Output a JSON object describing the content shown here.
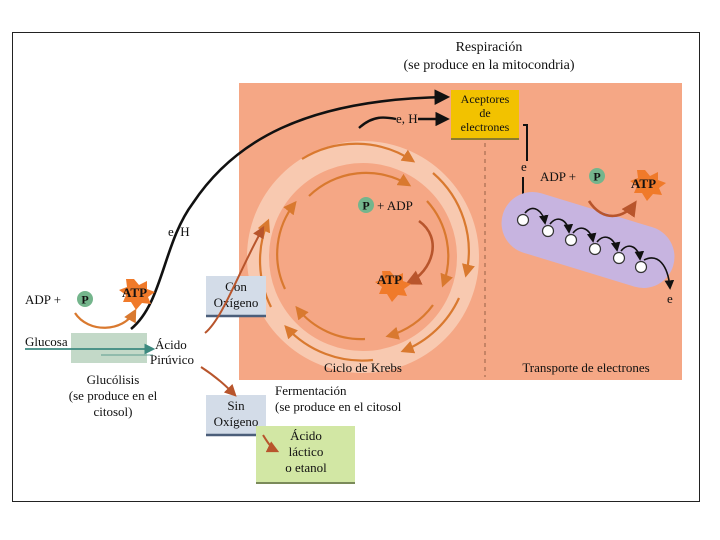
{
  "diagram": {
    "respiration_title": "Respiración",
    "respiration_subtitle": "(se produce en la mitocondria)",
    "acceptors_label": [
      "Aceptores",
      "de",
      "electrones"
    ],
    "eh_top": "e, H",
    "eh_mid": "e, H",
    "e_label": "e",
    "e_out_label": "e",
    "krebs_label": "Ciclo de Krebs",
    "transport_label": "Transporte de electrones",
    "adp_plus_p_krebs": "+ ADP",
    "atp_krebs": "ATP",
    "adp_etc": "ADP +",
    "atp_etc": "ATP",
    "adp_glyc": "ADP +",
    "atp_glyc": "ATP",
    "p_symbol": "P",
    "glucose": "Glucosa",
    "pyruvic": [
      "Ácido",
      "Pirúvico"
    ],
    "glycolysis": [
      "Glucólisis",
      "(se produce en el",
      "citosol)"
    ],
    "with_oxygen": [
      "Con",
      "Oxígeno"
    ],
    "without_oxygen": [
      "Sin",
      "Oxígeno"
    ],
    "fermentation_title": "Fermentación",
    "fermentation_subtitle": "(se produce en el citosol",
    "lactic": [
      "Ácido",
      "láctico",
      "o etanol"
    ],
    "colors": {
      "mitochondria": "#f5a785",
      "ring": "#f8c9b0",
      "arrow_orange": "#d9792f",
      "arrow_brown": "#b8552c",
      "acceptor_box": "#f2c200",
      "oxygen_box": "#d3dce8",
      "lactic_box": "#d2e7a4",
      "glucose_box": "#c3d9c8",
      "etc_body": "#c7b4e0",
      "p_circle": "#74b58c",
      "atp_burst": "#f07a2a"
    }
  }
}
